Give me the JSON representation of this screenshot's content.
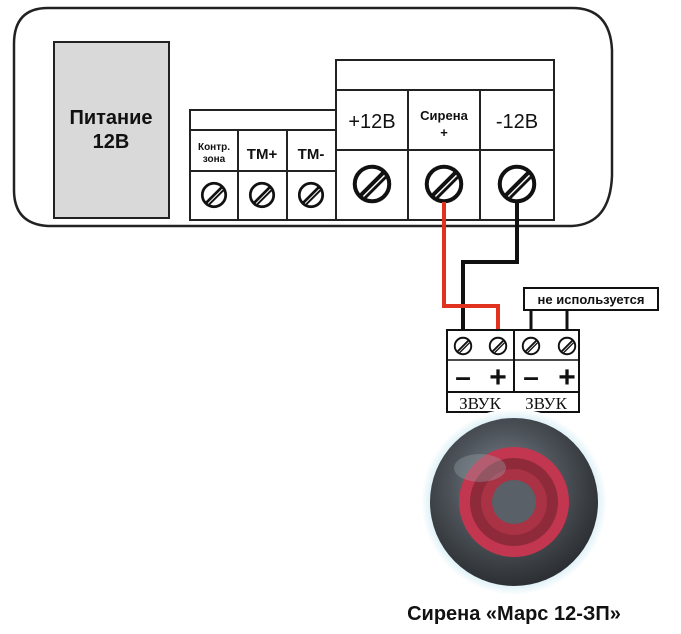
{
  "power_block": {
    "line1": "Питание",
    "line2": "12В"
  },
  "terminals": {
    "kontr_line1": "Контр.",
    "kontr_line2": "зона",
    "tm_plus": "ТМ+",
    "tm_minus": "ТМ-",
    "plus12": "+12В",
    "siren_line1": "Сирена",
    "siren_line2": "+",
    "minus12": "-12В"
  },
  "not_used_label": "не используется",
  "siren_connector": {
    "minus_sign": "–",
    "plus_sign": "+",
    "sound_label_1": "ЗВУК",
    "sound_label_2": "ЗВУК"
  },
  "caption": "Сирена «Марс 12-ЗП»",
  "colors": {
    "wire_red": "#e0321e",
    "wire_black": "#111111",
    "power_fill": "#d9d9d9",
    "siren_body": "#41454a",
    "siren_ring": "#c2364f"
  }
}
